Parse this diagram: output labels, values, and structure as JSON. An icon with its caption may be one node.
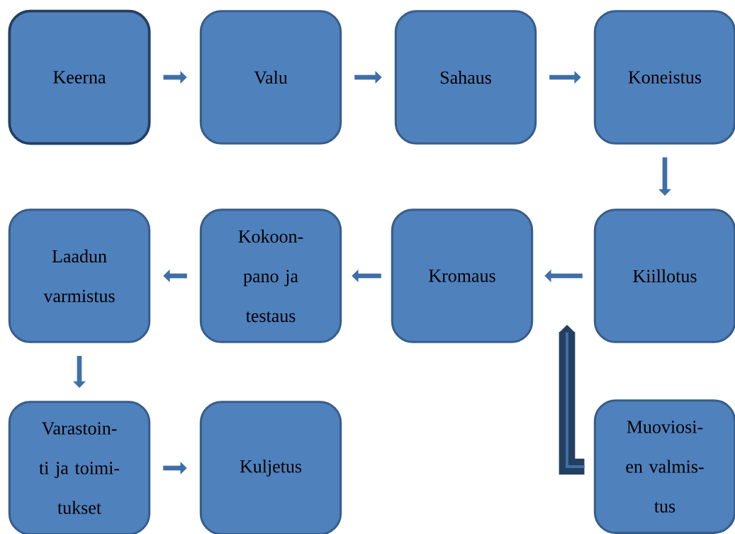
{
  "diagram": {
    "nodes": [
      {
        "text": [
          "Keerna"
        ]
      },
      {
        "text": [
          "Valu"
        ]
      },
      {
        "text": [
          "Sahaus"
        ]
      },
      {
        "text": [
          "Koneistus"
        ]
      },
      {
        "text": [
          "Kiillotus"
        ]
      },
      {
        "text": [
          "Kromaus"
        ]
      },
      {
        "text": [
          "Kokoon- pano ja testaus"
        ]
      },
      {
        "text": [
          "Laadun varmistus"
        ]
      },
      {
        "text": [
          "Varastoin- ti ja toimi- tukset"
        ]
      },
      {
        "text": [
          "Kuljetus"
        ]
      },
      {
        "text": [
          "Muoviosi- en valmis- tus"
        ]
      }
    ],
    "edges": [
      {
        "from": 0,
        "to": 1,
        "arrow": "to"
      },
      {
        "from": 1,
        "to": 2,
        "arrow": "to"
      },
      {
        "from": 2,
        "to": 3,
        "arrow": "to"
      },
      {
        "from": 3,
        "to": 4,
        "arrow": "to"
      },
      {
        "from": 4,
        "to": 5,
        "arrow": "to"
      },
      {
        "from": 5,
        "to": 6,
        "arrow": "to"
      },
      {
        "from": 6,
        "to": 7,
        "arrow": "to"
      },
      {
        "from": 7,
        "to": 8,
        "arrow": "to"
      },
      {
        "from": 8,
        "to": 9,
        "arrow": "to"
      },
      {
        "from": 10,
        "to": null,
        "arrow": "to",
        "style": "thick"
      }
    ]
  }
}
